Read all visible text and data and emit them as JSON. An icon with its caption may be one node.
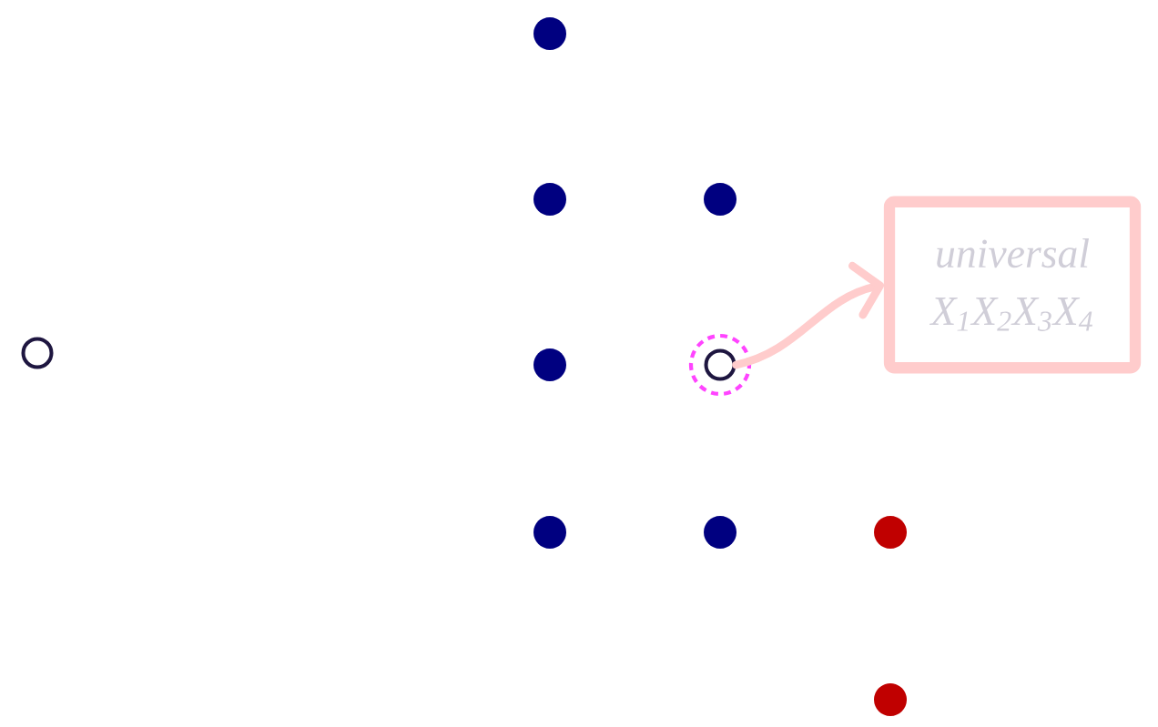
{
  "diagram": {
    "nodes": [
      {
        "text": [],
        "shape": "circle"
      },
      {
        "text": [],
        "shape": "circle"
      },
      {
        "text": [
          "universal",
          "X$_{1}$X$_{2}$X$_{3}$X$_{4}$"
        ]
      }
    ],
    "edges": [
      {
        "from": 1,
        "to": 2,
        "arrow": "to",
        "color": "#ffcccc"
      }
    ]
  }
}
